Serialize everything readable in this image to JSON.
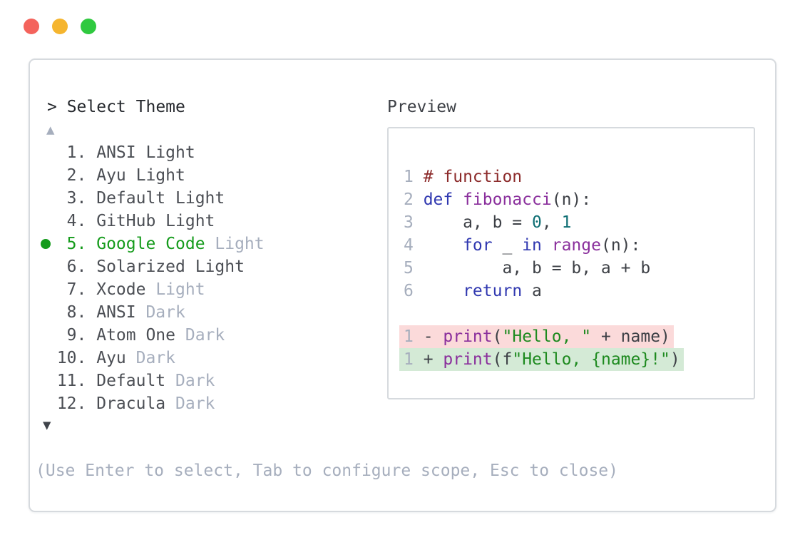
{
  "window": {
    "traffic_lights": [
      "close",
      "minimize",
      "zoom"
    ]
  },
  "theme_picker": {
    "prompt": "> Select Theme",
    "scroll_up_indicator": "▲",
    "scroll_down_indicator": "▼",
    "items": [
      {
        "num": "1.",
        "name": "ANSI",
        "variant": "Light"
      },
      {
        "num": "2.",
        "name": "Ayu",
        "variant": "Light"
      },
      {
        "num": "3.",
        "name": "Default",
        "variant": "Light"
      },
      {
        "num": "4.",
        "name": "GitHub",
        "variant": "Light"
      },
      {
        "num": "5.",
        "name": "Google Code",
        "variant": "Light",
        "selected": true
      },
      {
        "num": "6.",
        "name": "Solarized",
        "variant": "Light"
      },
      {
        "num": "7.",
        "name": "Xcode",
        "variant": "Light"
      },
      {
        "num": "8.",
        "name": "ANSI",
        "variant": "Dark"
      },
      {
        "num": "9.",
        "name": "Atom One",
        "variant": "Dark"
      },
      {
        "num": "10.",
        "name": "Ayu",
        "variant": "Dark"
      },
      {
        "num": "11.",
        "name": "Default",
        "variant": "Dark"
      },
      {
        "num": "12.",
        "name": "Dracula",
        "variant": "Dark"
      }
    ],
    "help_text": "(Use Enter to select, Tab to configure scope, Esc to close)"
  },
  "preview": {
    "title": "Preview",
    "code_lines": [
      {
        "num": "1",
        "tokens": [
          {
            "c": "comment",
            "t": "# function"
          }
        ]
      },
      {
        "num": "2",
        "tokens": [
          {
            "c": "keyword",
            "t": "def"
          },
          {
            "c": "plain",
            "t": " "
          },
          {
            "c": "title",
            "t": "fibonacci"
          },
          {
            "c": "plain",
            "t": "(n):"
          }
        ]
      },
      {
        "num": "3",
        "tokens": [
          {
            "c": "plain",
            "t": "    a, b = "
          },
          {
            "c": "number",
            "t": "0"
          },
          {
            "c": "plain",
            "t": ", "
          },
          {
            "c": "number",
            "t": "1"
          }
        ]
      },
      {
        "num": "4",
        "tokens": [
          {
            "c": "plain",
            "t": "    "
          },
          {
            "c": "keyword",
            "t": "for"
          },
          {
            "c": "plain",
            "t": " _ "
          },
          {
            "c": "keyword",
            "t": "in"
          },
          {
            "c": "plain",
            "t": " "
          },
          {
            "c": "title",
            "t": "range"
          },
          {
            "c": "plain",
            "t": "(n):"
          }
        ]
      },
      {
        "num": "5",
        "tokens": [
          {
            "c": "plain",
            "t": "        a, b = b, a + b"
          }
        ]
      },
      {
        "num": "6",
        "tokens": [
          {
            "c": "plain",
            "t": "    "
          },
          {
            "c": "keyword",
            "t": "return"
          },
          {
            "c": "plain",
            "t": " a"
          }
        ]
      }
    ],
    "diff_lines": [
      {
        "num": "1",
        "kind": "removed",
        "tokens": [
          {
            "c": "plain",
            "t": "- "
          },
          {
            "c": "title",
            "t": "print"
          },
          {
            "c": "plain",
            "t": "("
          },
          {
            "c": "string",
            "t": "\"Hello, \""
          },
          {
            "c": "plain",
            "t": " + name)"
          }
        ]
      },
      {
        "num": "1",
        "kind": "added",
        "tokens": [
          {
            "c": "plain",
            "t": "+ "
          },
          {
            "c": "title",
            "t": "print"
          },
          {
            "c": "plain",
            "t": "(f"
          },
          {
            "c": "string",
            "t": "\"Hello, {name}!\""
          },
          {
            "c": "plain",
            "t": ")"
          }
        ]
      }
    ]
  },
  "colors": {
    "panel_border": "#d6dade",
    "text_primary": "#26292e",
    "text_list": "#4b4e54",
    "text_dim": "#a6aebd",
    "selection_green": "#149b1b",
    "traffic_red": "#f4635c",
    "traffic_yellow": "#f5b52f",
    "traffic_green": "#2fc93f",
    "code_plain": "#3d4046",
    "code_comment": "#8c2b2b",
    "code_keyword": "#3038b0",
    "code_title": "#8a2f9c",
    "code_string": "#1d8a1f",
    "code_number": "#0f6f74",
    "line_number": "#a6aebd",
    "diff_removed_bg": "#fbdada",
    "diff_added_bg": "#d4ead6",
    "arrow_down": "#3f434a"
  }
}
